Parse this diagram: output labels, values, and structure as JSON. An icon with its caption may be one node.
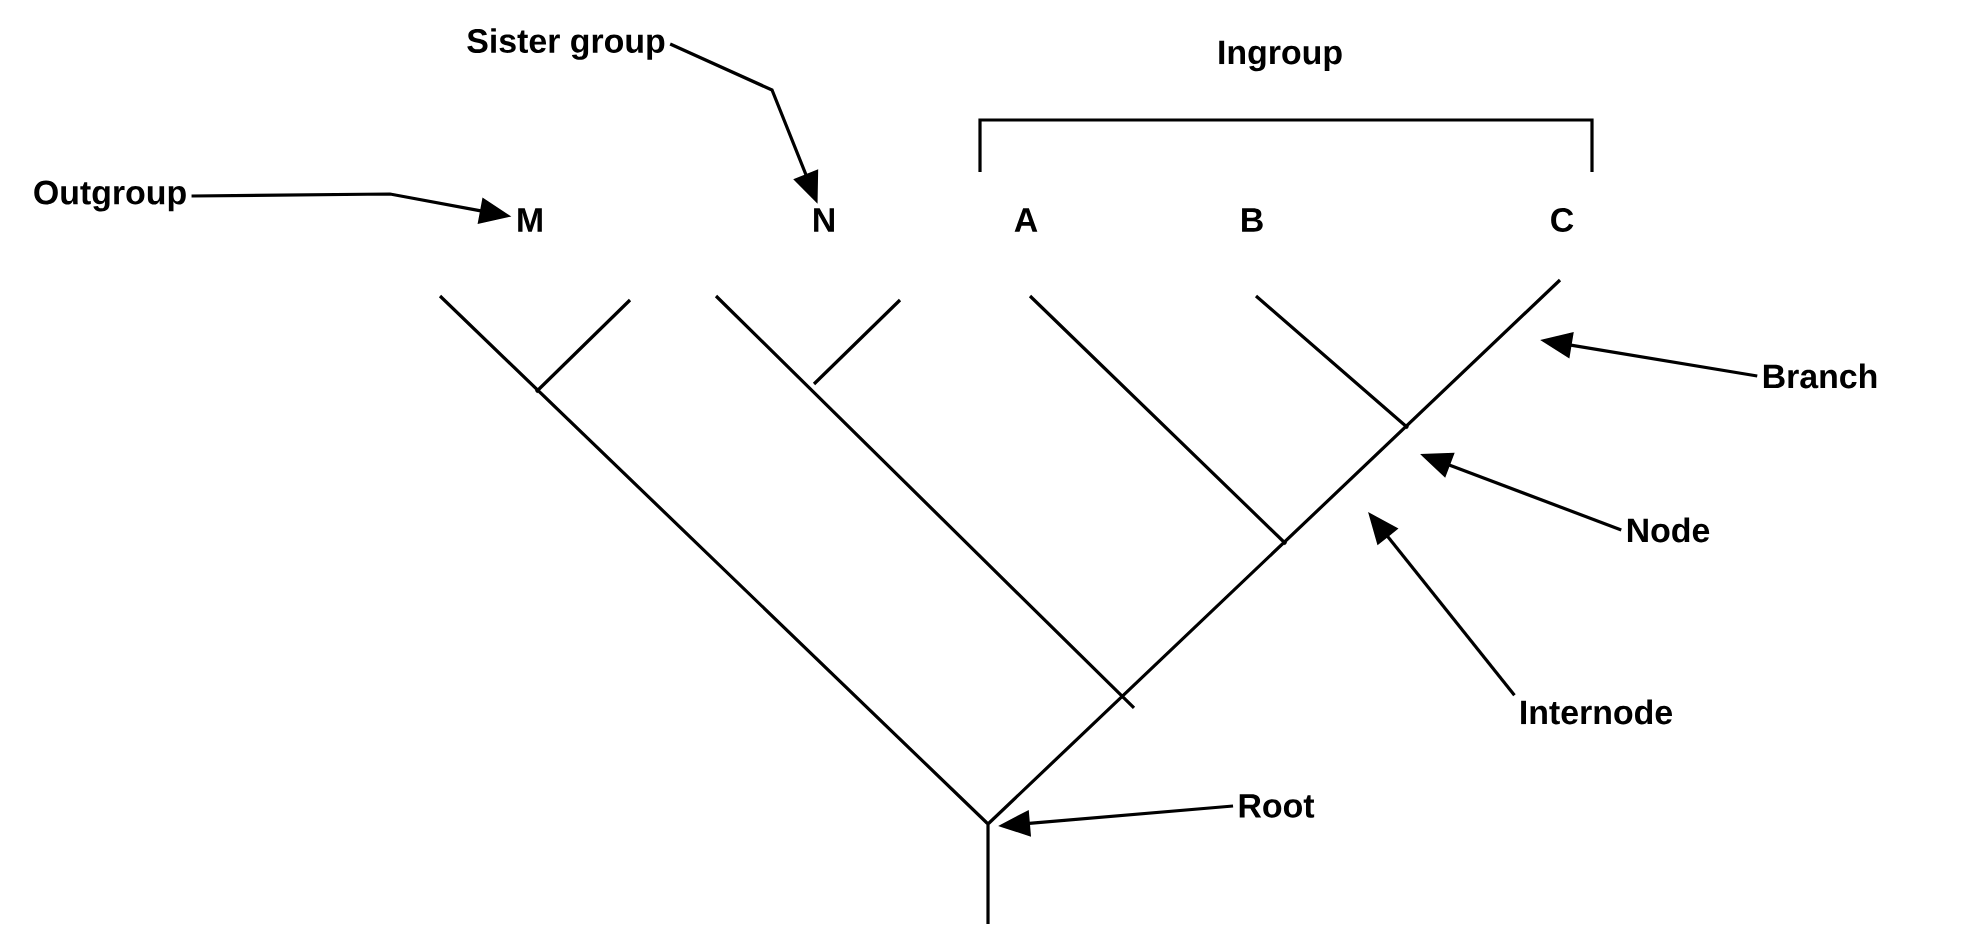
{
  "diagram": {
    "nodes": [
      {
        "text": [
          "Sister group"
        ]
      },
      {
        "text": [
          "Outgroup"
        ]
      },
      {
        "text": [
          "M"
        ]
      },
      {
        "text": [
          "N"
        ]
      },
      {
        "text": [
          "A"
        ]
      },
      {
        "text": [
          "B"
        ]
      },
      {
        "text": [
          "C"
        ]
      },
      {
        "text": [
          "Branch"
        ]
      },
      {
        "text": [
          "Node"
        ]
      },
      {
        "text": [
          "Internode"
        ]
      },
      {
        "text": [
          "Root"
        ]
      }
    ],
    "edges": [
      {
        "from": 1,
        "to": 2,
        "arrow": "to"
      },
      {
        "from": 0,
        "to": 3,
        "arrow": "to"
      },
      {
        "from": 7,
        "to": null,
        "arrow": "to"
      },
      {
        "from": 8,
        "to": null,
        "arrow": "to"
      },
      {
        "from": 9,
        "to": null,
        "arrow": "to"
      },
      {
        "from": 10,
        "to": null,
        "arrow": "to"
      }
    ],
    "labels": [
      "Ingroup"
    ]
  }
}
